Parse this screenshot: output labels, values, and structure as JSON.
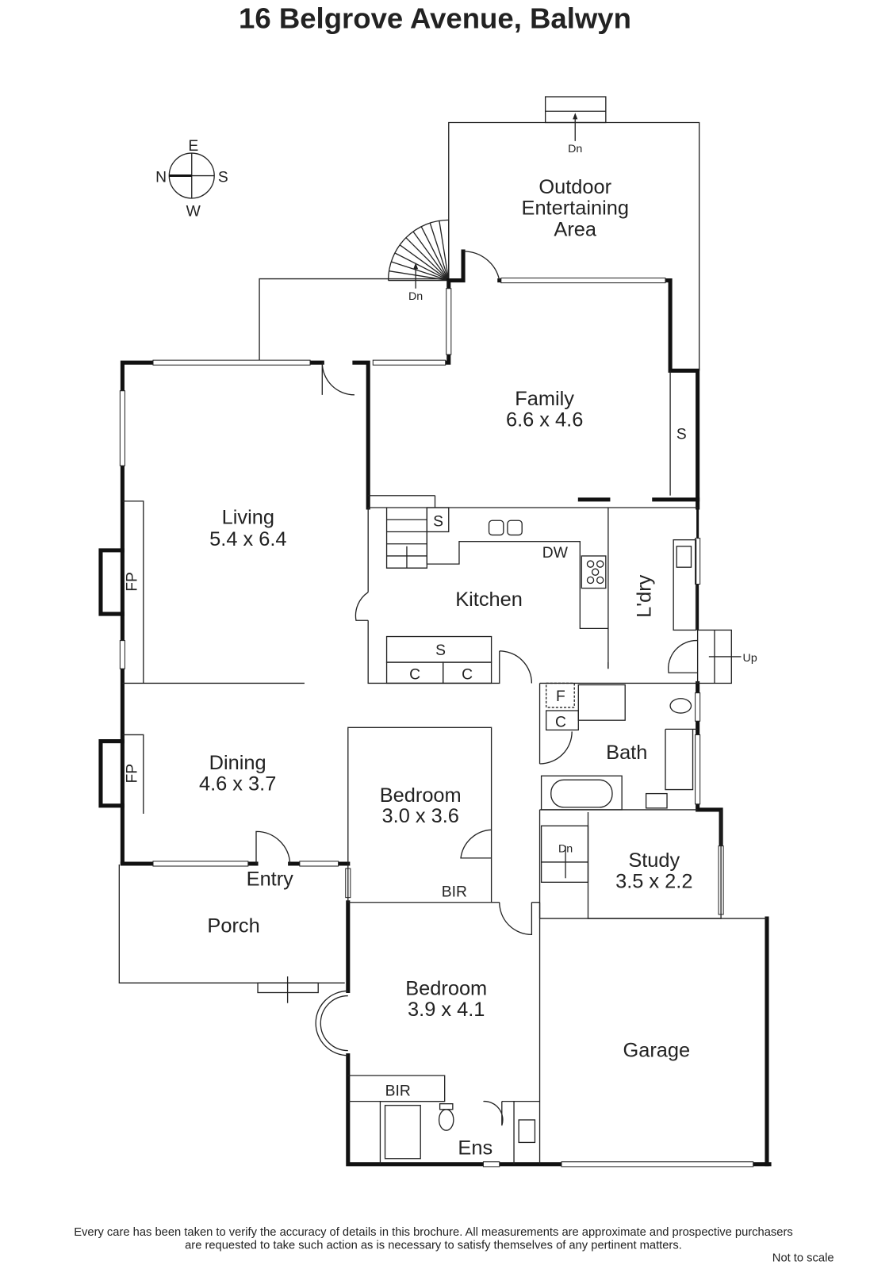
{
  "title": "16 Belgrove Avenue, Balwyn",
  "compass": {
    "e": "E",
    "s": "S",
    "n": "N",
    "w": "W"
  },
  "rooms": {
    "outdoor": [
      "Outdoor",
      "Entertaining",
      "Area"
    ],
    "family": {
      "name": "Family",
      "size": "6.6 x 4.6"
    },
    "living": {
      "name": "Living",
      "size": "5.4 x 6.4"
    },
    "dining": {
      "name": "Dining",
      "size": "4.6 x 3.7"
    },
    "kitchen": "Kitchen",
    "laundry": "L'dry",
    "bath": "Bath",
    "bedroom1": {
      "name": "Bedroom",
      "size": "3.0 x 3.6"
    },
    "bedroom2": {
      "name": "Bedroom",
      "size": "3.9 x 4.1"
    },
    "study": {
      "name": "Study",
      "size": "3.5 x 2.2"
    },
    "garage": "Garage",
    "porch": "Porch",
    "entry": "Entry",
    "ens": "Ens"
  },
  "fixtures": {
    "dn": "Dn",
    "up": "Up",
    "s": "S",
    "c": "C",
    "f": "F",
    "dw": "DW",
    "bir": "BIR",
    "fp": "FP"
  },
  "footer": {
    "line1": "Every care has been taken to verify the accuracy of details in this brochure.  All measurements are approximate and prospective purchasers",
    "line2": "are requested to take such action as is necessary to satisfy themselves of any pertinent matters.",
    "not_to_scale": "Not to scale"
  }
}
